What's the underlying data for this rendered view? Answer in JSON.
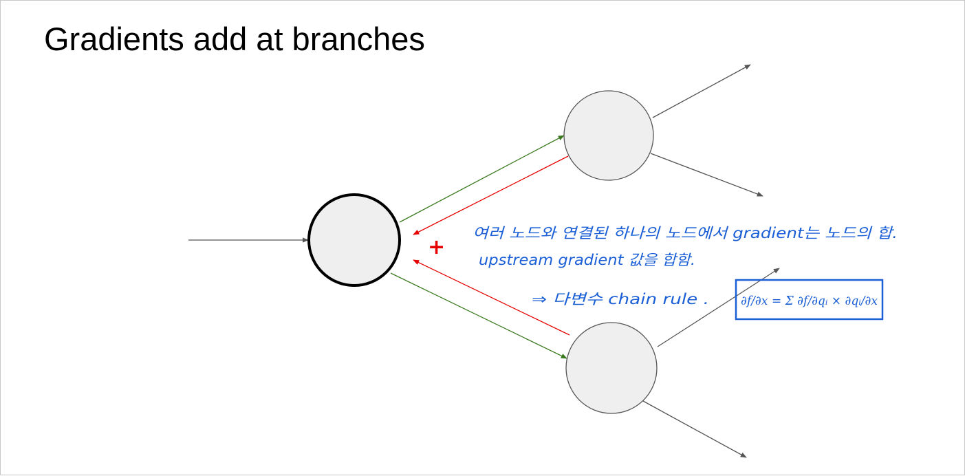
{
  "slide": {
    "title": "Gradients add at branches"
  },
  "annotation": {
    "plus_sign": "+",
    "line1": "여러 노드와 연결된 하나의 노드에서 gradient는 노드의 합.",
    "line2": "upstream gradient 값을 합함.",
    "line3": "⇒ 다변수 chain rule .",
    "formula": "∂f/∂x = Σ ∂f/∂qᵢ × ∂qᵢ/∂x"
  },
  "colors": {
    "forward_edge": "#3a7a1f",
    "backward_edge": "#e60000",
    "plain_edge": "#555555",
    "node_fill": "#efefef",
    "main_node_border": "#000000",
    "ink": "#1a5fd6",
    "plus": "#e60000"
  },
  "icons": [
    "plus-icon"
  ]
}
